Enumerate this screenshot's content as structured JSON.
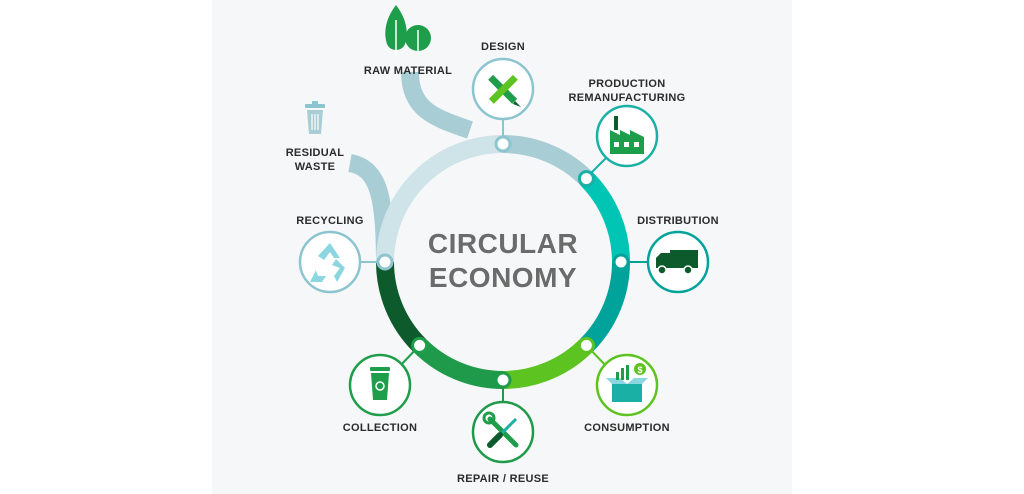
{
  "title_lines": [
    "CIRCULAR",
    "ECONOMY"
  ],
  "stages": {
    "raw_material": "RAW MATERIAL",
    "design": "DESIGN",
    "production": [
      "PRODUCTION",
      "REMANUFACTURING"
    ],
    "distribution": "DISTRIBUTION",
    "consumption": "CONSUMPTION",
    "repair_reuse": "REPAIR / REUSE",
    "collection": "COLLECTION",
    "recycling": "RECYCLING",
    "residual_waste": [
      "RESIDUAL",
      "WASTE"
    ]
  },
  "colors": {
    "ring_light": "#a9cdd5",
    "ring_pale": "#cfe4e8",
    "ring_teal": "#00c4b4",
    "ring_dark_teal": "#00a39a",
    "ring_green": "#5cc320",
    "ring_mid_green": "#1f9a4a",
    "ring_dark_green": "#0d5a2c",
    "icon_green": "#1e9e4a",
    "icon_teal": "#1ab0a6",
    "icon_light": "#8cc4cf"
  },
  "icons": {
    "raw_material": "trees-icon",
    "design": "pencil-ruler-icon",
    "production": "factory-icon",
    "distribution": "truck-icon",
    "consumption": "shopping-box-icon",
    "repair_reuse": "wrench-screwdriver-icon",
    "collection": "recycle-bin-icon",
    "recycling": "recycle-icon",
    "residual_waste": "trash-can-icon"
  }
}
